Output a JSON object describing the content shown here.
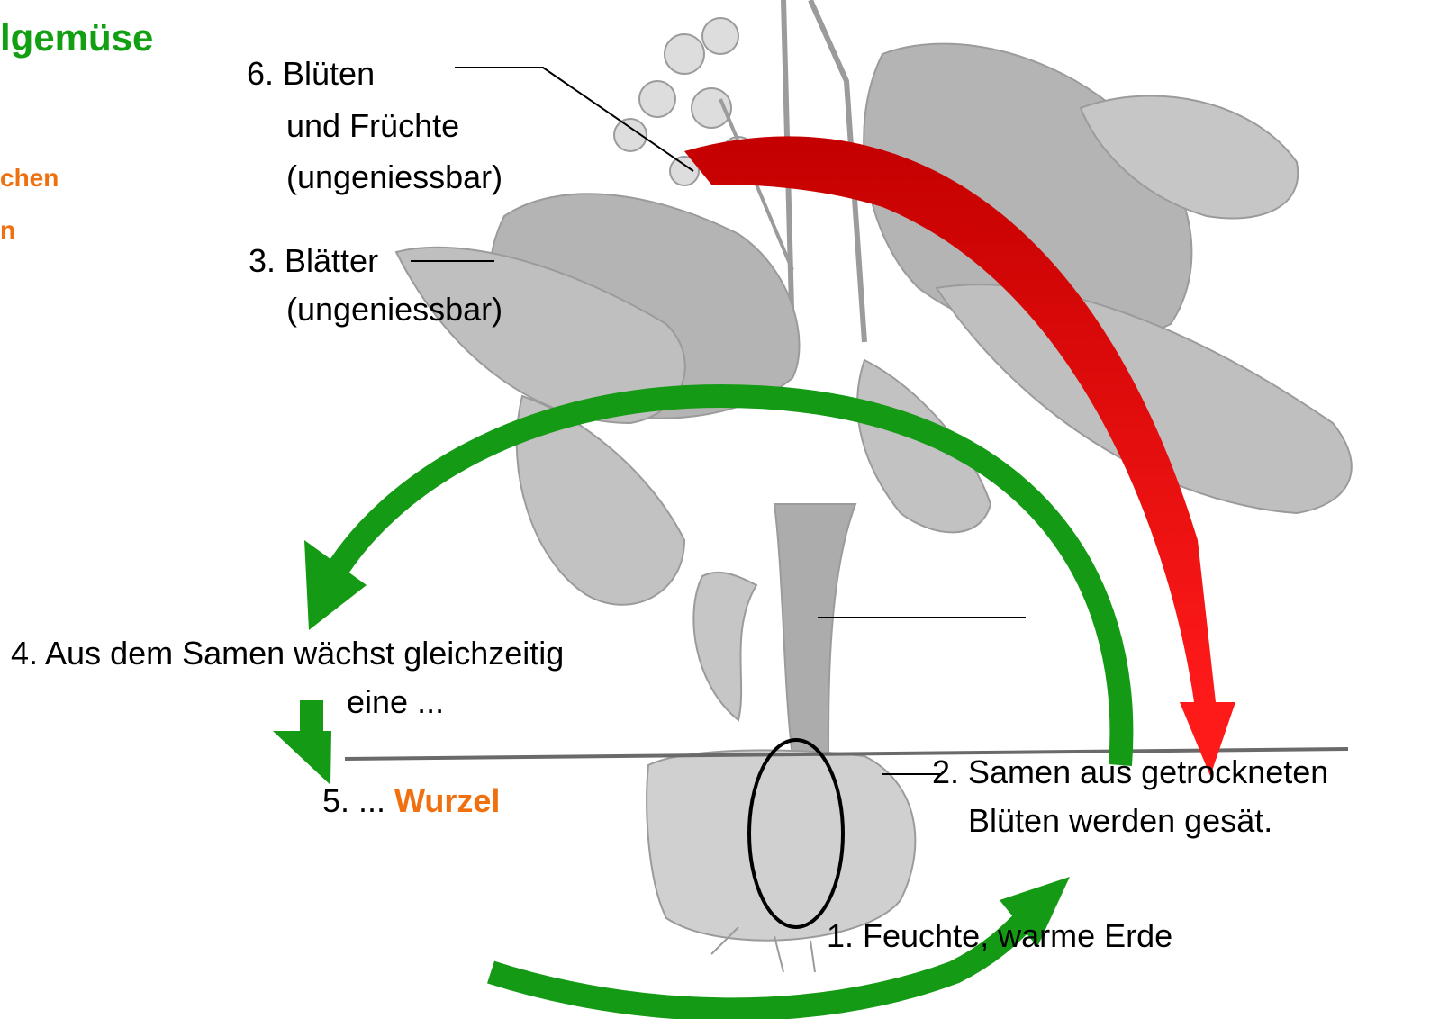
{
  "page": {
    "title": "lgemüse",
    "subtitle_1": "chen",
    "subtitle_2": "n"
  },
  "labels": {
    "step6_line1": "6. Blüten",
    "step6_line2": "und Früchte",
    "step6_line3": "(ungeniessbar)",
    "step3_line1": "3. Blätter",
    "step3_line2": "(ungeniessbar)",
    "step4_line1": "4. Aus dem Samen wächst gleichzeitig",
    "step4_line2": "eine ...",
    "step5_prefix": "5. ...",
    "step5_word": "Wurzel",
    "step2_line1": "2. Samen aus getrockneten",
    "step2_line2": "Blüten werden gesät.",
    "step1": "1. Feuchte, warme Erde"
  },
  "colors": {
    "title_green": "#12a012",
    "highlight_orange": "#f07010",
    "arrow_green": "#159a15",
    "arrow_red": "#e01010",
    "plant_gray": "#9a9a9a"
  },
  "icons": {
    "plant": "plant-illustration",
    "cycle_arrows": "arrow-icons"
  }
}
